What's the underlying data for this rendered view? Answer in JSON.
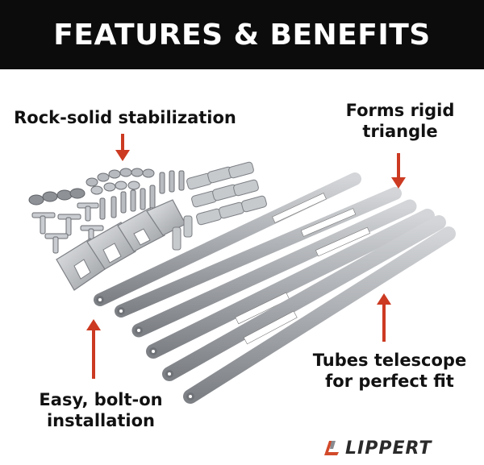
{
  "banner": {
    "title": "FEATURES & BENEFITS"
  },
  "labels": {
    "rock_solid": "Rock-solid stabilization",
    "forms_line1": "Forms rigid",
    "forms_line2": "triangle",
    "tubes_line1": "Tubes telescope",
    "tubes_line2": "for perfect fit",
    "easy_line1": "Easy, bolt-on",
    "easy_line2": "installation"
  },
  "brand": {
    "name": "LIPPERT"
  },
  "colors": {
    "banner_bg": "#0c0c0c",
    "banner_text": "#ffffff",
    "arrow": "#cc3a22",
    "tube": "#a9acb0",
    "text": "#111111"
  },
  "icons": [
    "arrow-down-icon",
    "arrow-up-icon",
    "lippert-logo-icon"
  ]
}
